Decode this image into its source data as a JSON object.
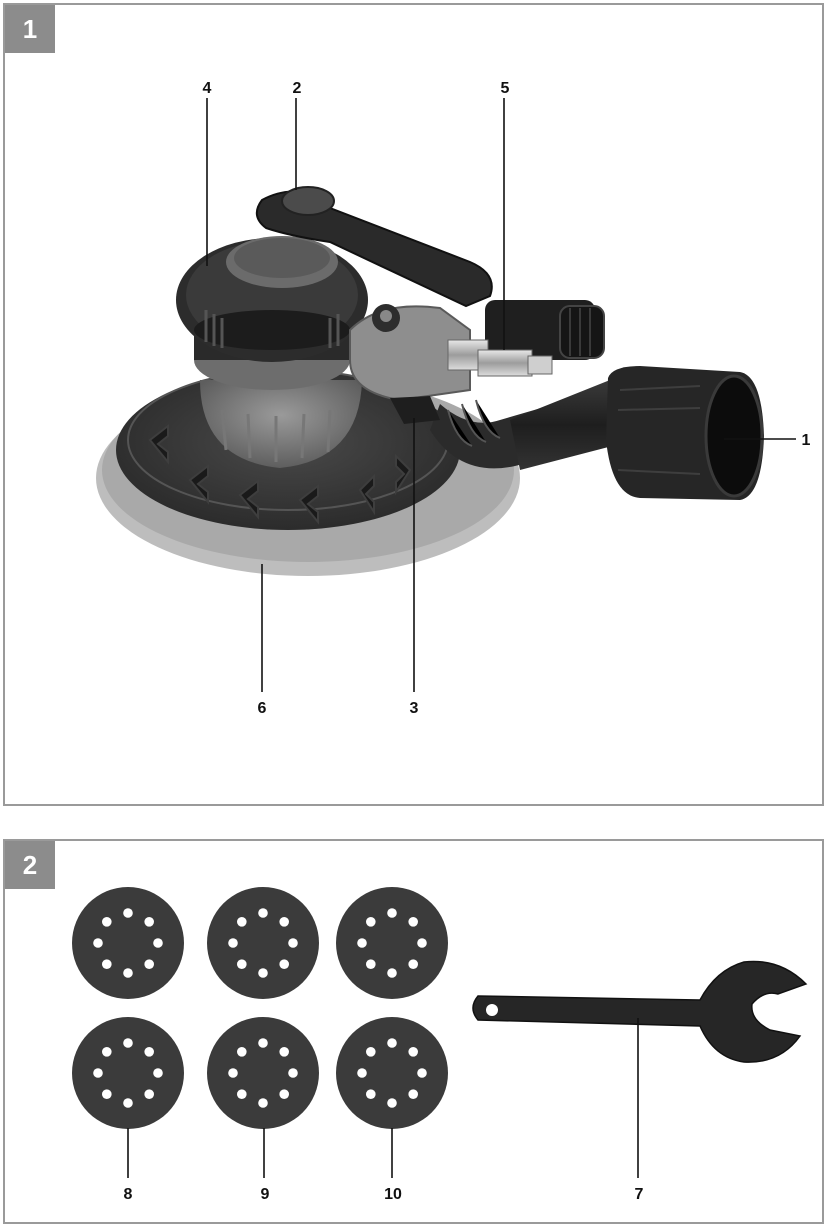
{
  "figure1": {
    "badge": "1",
    "callouts": {
      "c1": "1",
      "c2": "2",
      "c3": "3",
      "c4": "4",
      "c5": "5",
      "c6": "6"
    }
  },
  "figure2": {
    "badge": "2",
    "callouts": {
      "c7": "7",
      "c8": "8",
      "c9": "9",
      "c10": "10"
    }
  }
}
